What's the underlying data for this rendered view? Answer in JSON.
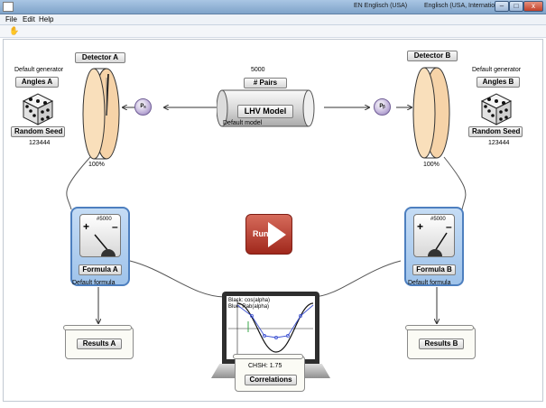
{
  "titlebar": {
    "lang_short": "EN Englisch (USA)",
    "lang_long": "Englisch (USA, International)",
    "minimize": "–",
    "maximize": "□",
    "close": "x"
  },
  "menu": [
    "File",
    "Edit",
    "Help"
  ],
  "source_a": {
    "generator_label": "Default generator",
    "angles_button": "Angles A",
    "seed_button": "Random Seed",
    "seed_value": "123444"
  },
  "detector_a": {
    "button": "Detector A",
    "efficiency": "100%"
  },
  "particle_a": "Pₐ",
  "source": {
    "pairs_count": "5000",
    "pairs_button": "# Pairs",
    "model_button": "LHV Model",
    "model_label": "Default model"
  },
  "particle_b": "Pᵦ",
  "detector_b": {
    "button": "Detector B",
    "efficiency": "100%"
  },
  "source_b": {
    "generator_label": "Default generator",
    "angles_button": "Angles B",
    "seed_button": "Random Seed",
    "seed_value": "123444"
  },
  "run_button": "Run",
  "formula_a": {
    "count": "#5000",
    "button": "Formula A",
    "label": "Default formula",
    "plus": "+",
    "minus": "–"
  },
  "formula_b": {
    "count": "#5000",
    "button": "Formula B",
    "label": "Default formula",
    "plus": "+",
    "minus": "–"
  },
  "plot": {
    "legend_black": "Black: cos(alpha)",
    "legend_blue": "Blue:  Rab(alpha)"
  },
  "results_a": "Results A",
  "results_b": "Results B",
  "correlations": {
    "chsh": "CHSH: 1.75",
    "button": "Correlations"
  },
  "colors": {
    "accent_blue": "#4d7fbf",
    "run_red": "#a0281c",
    "detector_peach": "#f6d3a8"
  }
}
